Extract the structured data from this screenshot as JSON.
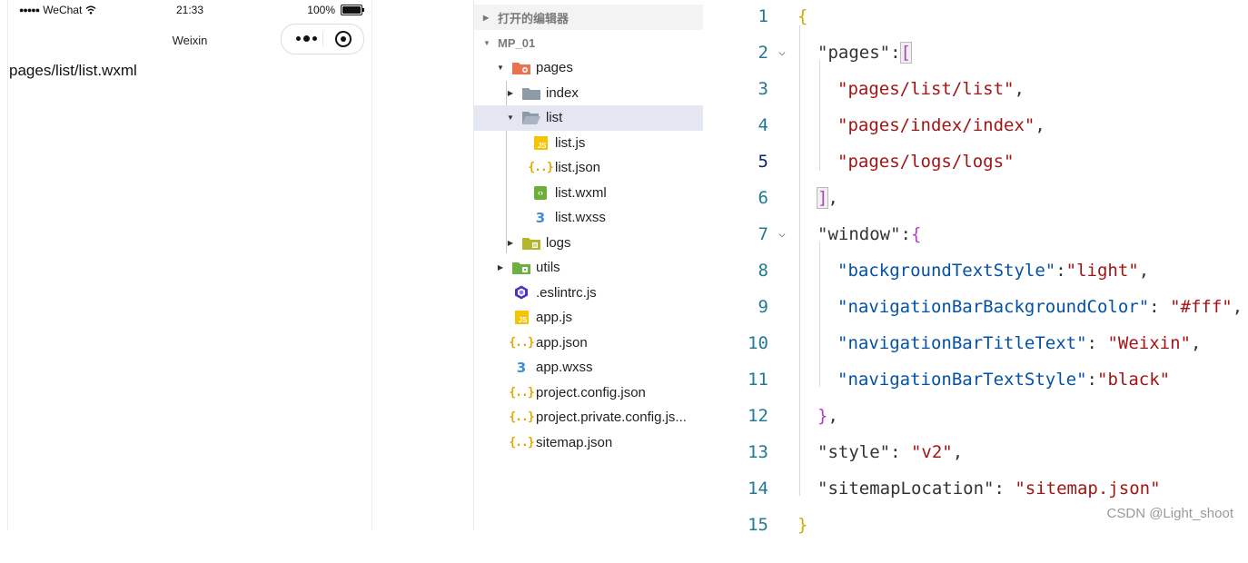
{
  "simulator": {
    "status_signal": "●●●●●",
    "carrier": "WeChat",
    "time": "21:33",
    "battery_text": "100%",
    "battery_level": 100,
    "nav_title": "Weixin",
    "page_text": "pages/list/list.wxml"
  },
  "explorer": {
    "open_editors": "打开的编辑器",
    "project": "MP_01",
    "items": [
      {
        "label": "pages",
        "icon": "folder-pages-icon"
      },
      {
        "label": "index",
        "icon": "folder-icon"
      },
      {
        "label": "list",
        "icon": "folder-open-icon"
      },
      {
        "label": "list.js",
        "icon": "js-file-icon"
      },
      {
        "label": "list.json",
        "icon": "json-file-icon"
      },
      {
        "label": "list.wxml",
        "icon": "wxml-file-icon"
      },
      {
        "label": "list.wxss",
        "icon": "wxss-file-icon"
      },
      {
        "label": "logs",
        "icon": "folder-logs-icon"
      },
      {
        "label": "utils",
        "icon": "folder-utils-icon"
      },
      {
        "label": ".eslintrc.js",
        "icon": "eslint-icon"
      },
      {
        "label": "app.js",
        "icon": "js-file-icon"
      },
      {
        "label": "app.json",
        "icon": "json-file-icon"
      },
      {
        "label": "app.wxss",
        "icon": "wxss-file-icon"
      },
      {
        "label": "project.config.json",
        "icon": "json-file-icon"
      },
      {
        "label": "project.private.config.js...",
        "icon": "json-file-icon"
      },
      {
        "label": "sitemap.json",
        "icon": "json-file-icon"
      }
    ]
  },
  "editor": {
    "line_numbers": [
      "1",
      "2",
      "3",
      "4",
      "5",
      "6",
      "7",
      "8",
      "9",
      "10",
      "11",
      "12",
      "13",
      "14",
      "15"
    ],
    "lines": {
      "l1_brace": "{",
      "l2_key": "\"pages\"",
      "l2_colon": ":",
      "l2_bracket": "[",
      "l3_str": "\"pages/list/list\"",
      "l3_comma": ",",
      "l4_str": "\"pages/index/index\"",
      "l4_comma": ",",
      "l5_str": "\"pages/logs/logs\"",
      "l6_bracket": "]",
      "l6_comma": ",",
      "l7_key": "\"window\"",
      "l7_colon": ":",
      "l7_brace": "{",
      "l8_key": "\"backgroundTextStyle\"",
      "l8_colon": ":",
      "l8_val": "\"light\"",
      "l8_comma": ",",
      "l9_key": "\"navigationBarBackgroundColor\"",
      "l9_colon": ": ",
      "l9_val": "\"#fff\"",
      "l9_comma": ",",
      "l10_key": "\"navigationBarTitleText\"",
      "l10_colon": ": ",
      "l10_val": "\"Weixin\"",
      "l10_comma": ",",
      "l11_key": "\"navigationBarTextStyle\"",
      "l11_colon": ":",
      "l11_val": "\"black\"",
      "l12_brace": "}",
      "l12_comma": ",",
      "l13_key": "\"style\"",
      "l13_colon": ": ",
      "l13_val": "\"v2\"",
      "l13_comma": ",",
      "l14_key": "\"sitemapLocation\"",
      "l14_colon": ": ",
      "l14_val": "\"sitemap.json\"",
      "l15_brace": "}"
    },
    "watermark": "CSDN @Light_shoot"
  }
}
